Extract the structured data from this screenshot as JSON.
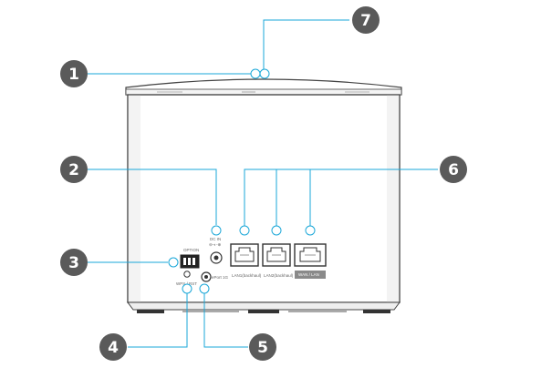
{
  "callouts": [
    {
      "number": "1"
    },
    {
      "number": "2"
    },
    {
      "number": "3"
    },
    {
      "number": "4"
    },
    {
      "number": "5"
    },
    {
      "number": "6"
    },
    {
      "number": "7"
    }
  ],
  "port_labels": {
    "dc_in": "DC IN",
    "option": "OPTION",
    "wps": "WPS / RST",
    "lan1": "LAN1(backhaul)",
    "lan2": "LAN2(backhaul)",
    "wan": "WAN / LAN",
    "usb": "ePort 1G"
  },
  "colors": {
    "accent_line": "#1aa7d8",
    "callout_bg": "#5a5a5a",
    "device_body": "#ffffff",
    "device_outline": "#444444"
  }
}
